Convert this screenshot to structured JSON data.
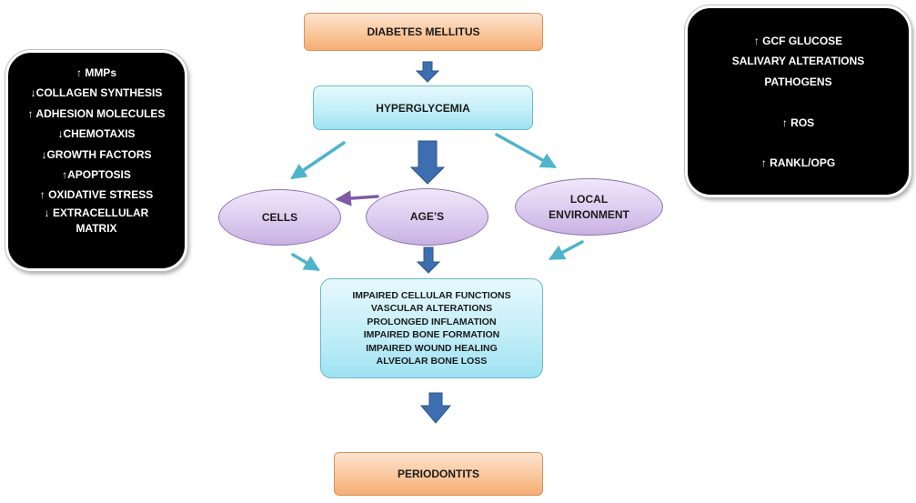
{
  "nodes": {
    "diabetes": "DIABETES MELLITUS",
    "hyperglycemia": "HYPERGLYCEMIA",
    "cells": "CELLS",
    "ages": "AGE’S",
    "local_line1": "LOCAL",
    "local_line2": "ENVIRONMENT",
    "periodontitis": "PERIODONTITS"
  },
  "effects": [
    "IMPAIRED CELLULAR FUNCTIONS",
    "VASCULAR ALTERATIONS",
    "PROLONGED INFLAMATION",
    "IMPAIRED BONE FORMATION",
    "IMPAIRED WOUND HEALING",
    "ALVEOLAR BONE LOSS"
  ],
  "left_panel": [
    "↑ MMPs",
    "↓COLLAGEN SYNTHESIS",
    "↑ ADHESION MOLECULES",
    "↓CHEMOTAXIS",
    "↓GROWTH FACTORS",
    "↑APOPTOSIS",
    "↑ OXIDATIVE STRESS",
    "↓ EXTRACELLULAR MATRIX"
  ],
  "right_panel": {
    "line1": "↑ GCF GLUCOSE",
    "line2": "SALIVARY ALTERATIONS",
    "line3": "PATHOGENS",
    "line4": "↑ ROS",
    "line5": "↑ RANKL/OPG"
  },
  "colors": {
    "block_arrow": "#3d6fb0",
    "cyan_arrow": "#4fb3cc",
    "purple_arrow": "#7d5ba6"
  }
}
